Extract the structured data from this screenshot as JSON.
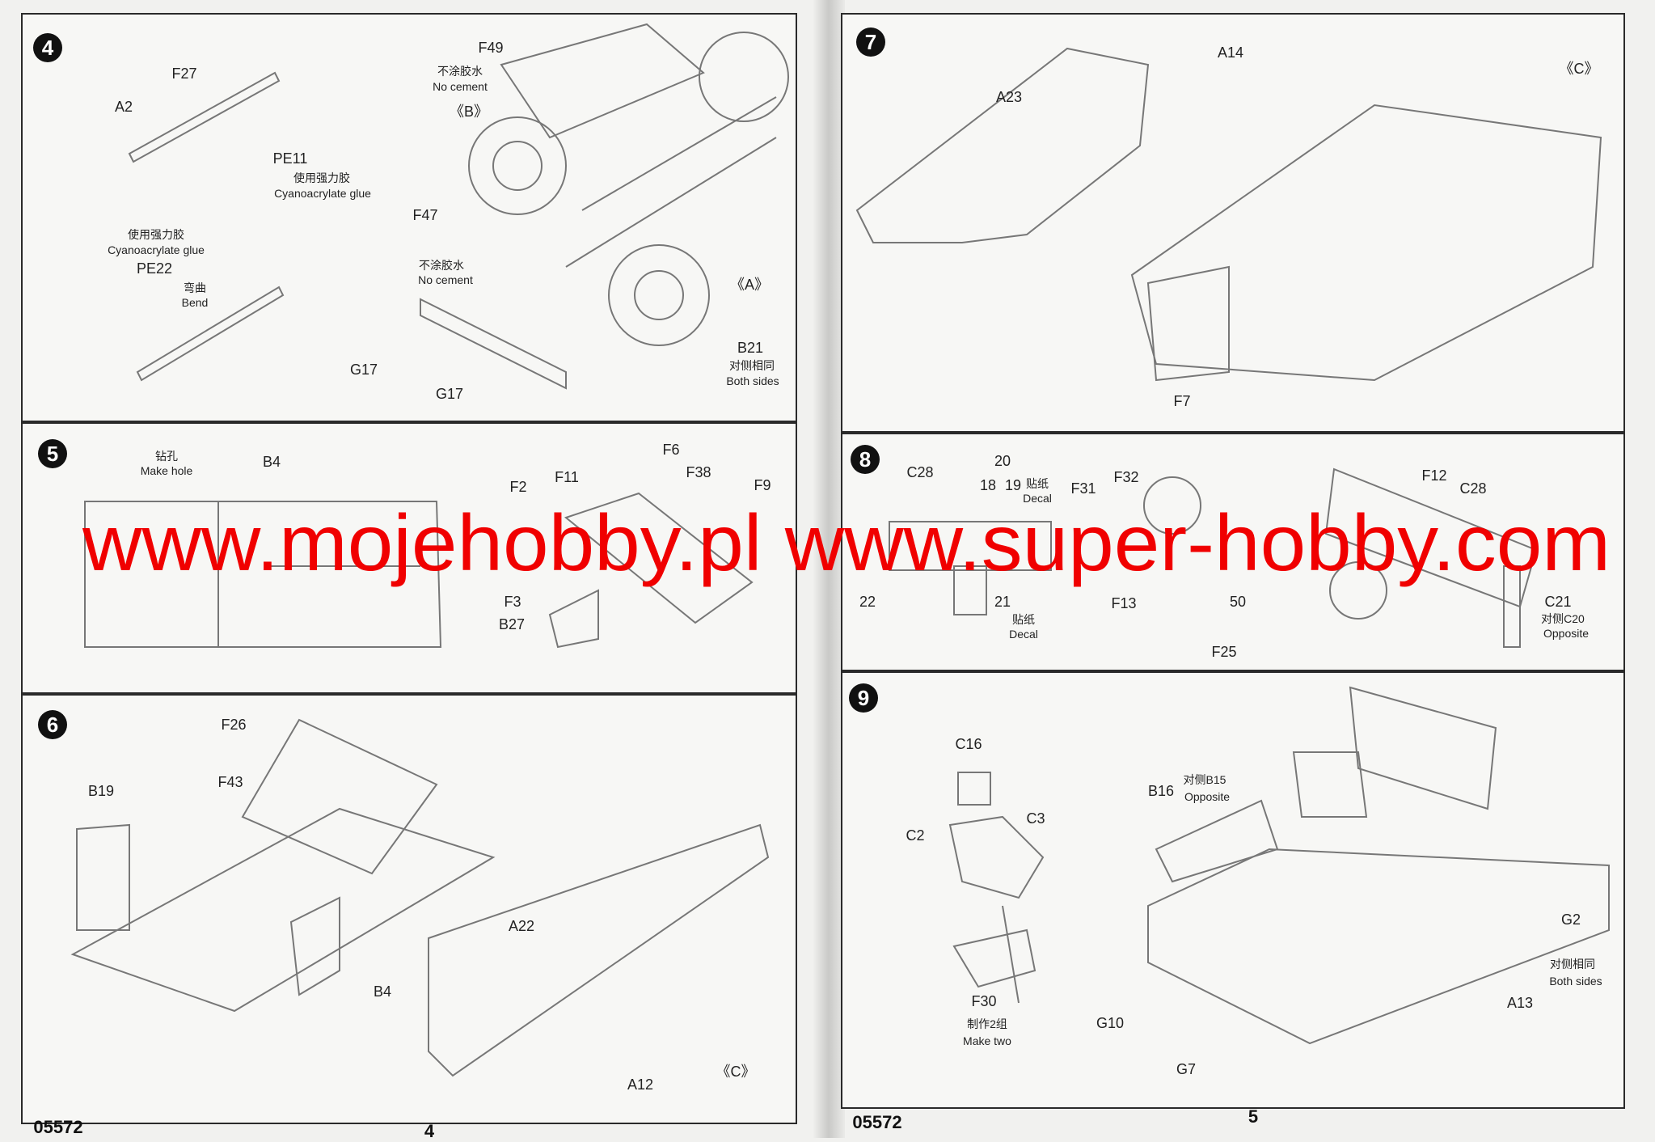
{
  "page_left": {
    "code": "05572",
    "page_number": "4"
  },
  "page_right": {
    "code": "05572",
    "page_number": "5"
  },
  "watermark": "www.mojehobby.pl www.super-hobby.com",
  "steps": [
    {
      "number": "4",
      "labels": [
        "F27",
        "A2",
        "PE11",
        "使用强力胶",
        "Cyanoacrylate glue",
        "使用强力胶",
        "Cyanoacrylate glue",
        "PE22",
        "弯曲",
        "Bend",
        "F49",
        "不涂胶水",
        "No cement",
        "《B》",
        "F47",
        "不涂胶水",
        "No cement",
        "《A》",
        "B21",
        "对侧相同",
        "Both sides",
        "G17",
        "G17"
      ]
    },
    {
      "number": "5",
      "labels": [
        "钻孔",
        "Make hole",
        "B4",
        "F6",
        "F11",
        "F38",
        "F9",
        "F2",
        "F3",
        "B27"
      ]
    },
    {
      "number": "6",
      "labels": [
        "F26",
        "F43",
        "B19",
        "B4",
        "A22",
        "A12",
        "《C》"
      ]
    },
    {
      "number": "7",
      "labels": [
        "A14",
        "A23",
        "《C》",
        "F7"
      ]
    },
    {
      "number": "8",
      "labels": [
        "C28",
        "20",
        "18",
        "19",
        "贴纸",
        "Decal",
        "F32",
        "F31",
        "22",
        "50",
        "F13",
        "21",
        "贴纸",
        "Decal",
        "F25",
        "F12",
        "C28",
        "C21",
        "对侧C20",
        "Opposite"
      ]
    },
    {
      "number": "9",
      "labels": [
        "C16",
        "C2",
        "C3",
        "B16",
        "对侧B15",
        "Opposite",
        "F30",
        "制作2组",
        "Make two",
        "G10",
        "G7",
        "G2",
        "对侧相同",
        "Both sides",
        "A13"
      ]
    }
  ]
}
